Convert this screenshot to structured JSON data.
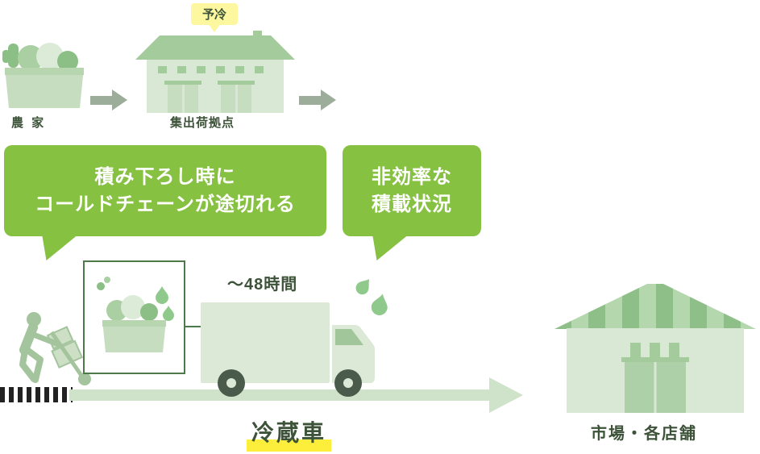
{
  "labels": {
    "farm": "農 家",
    "hub": "集出荷拠点",
    "precool": "予冷",
    "duration": "〜48時間",
    "truck": "冷蔵車",
    "market": "市場・各店舗"
  },
  "callouts": {
    "unloading": {
      "line1": "積み下ろし時に",
      "line2": "コールドチェーンが途切れる"
    },
    "loading": {
      "line1": "非効率な",
      "line2": "積載状況"
    }
  },
  "icons": [
    "vegetable-crate-icon",
    "warehouse-icon",
    "right-arrow-icon",
    "highlight-frame",
    "worker-handtruck-icon",
    "refrigerated-truck-icon",
    "sweat-drops-icon",
    "flow-arrow-icon",
    "market-building-icon"
  ],
  "colors": {
    "bubble": "#86c141",
    "pale": "#d9e8d4",
    "mid": "#a3cb9c",
    "text": "#3d5339",
    "badgeYellow": "#fdf7a0",
    "markYellow": "#fdee3c",
    "arrowPale": "#cfe3ca",
    "arrowSmall": "#9cae9a",
    "wheel": "#4a5a4b",
    "frameLine": "#4e7a49",
    "crate": "#c6debf",
    "crateTop": "#b7d5af",
    "veg1": "#a9cfa2",
    "veg2": "#8cbf85",
    "veg3": "#dcead8",
    "drop": "#8fca8c",
    "fig": "#a3c49c",
    "box": "#cde0c6",
    "truck": "#dce9d7",
    "window": "#a0c69a",
    "roofA": "#8fbf88",
    "roofB": "#b5d7ae",
    "doorGreen": "#aed0a8",
    "hatch": "#222222"
  }
}
